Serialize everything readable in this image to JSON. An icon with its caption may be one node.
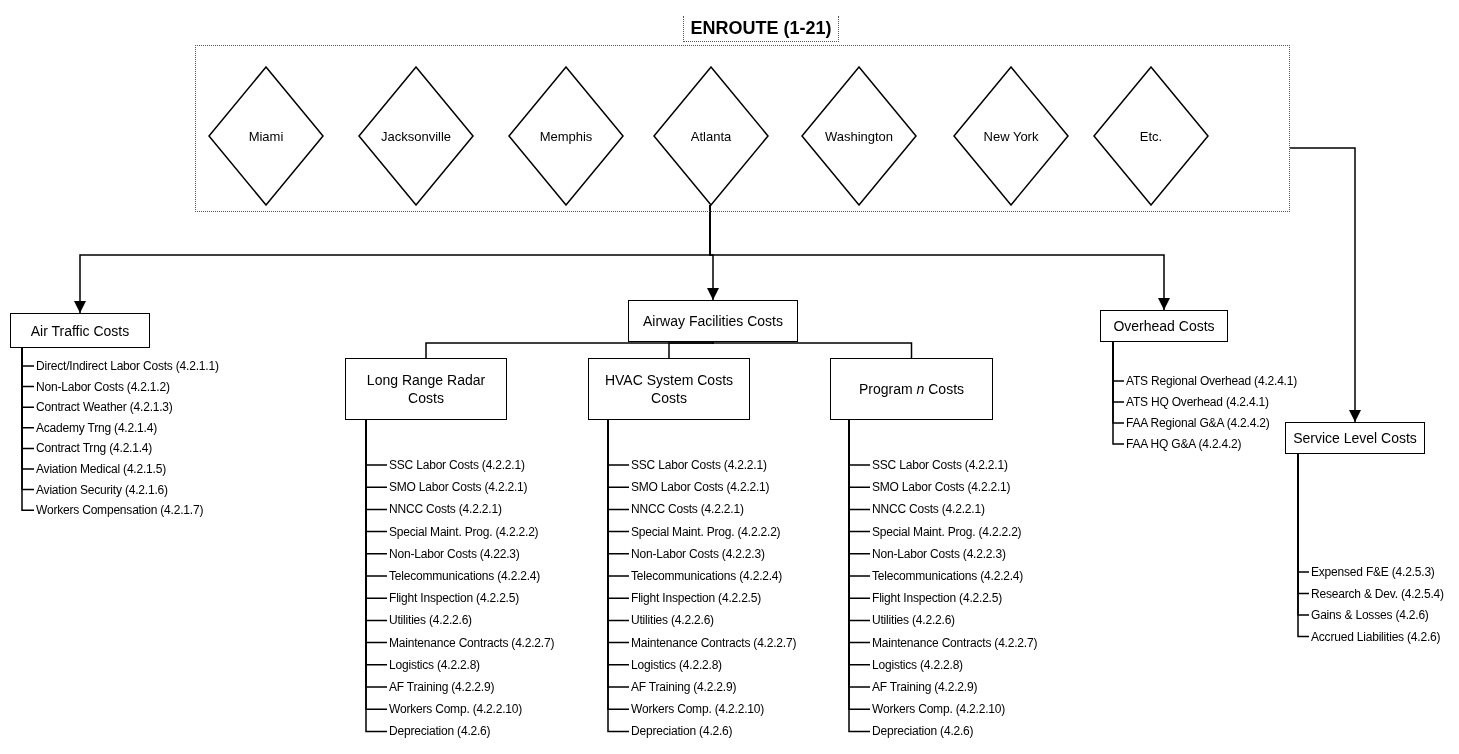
{
  "diagram": {
    "nodes": [
      {
        "text": [
          "ENROUTE (1-21)"
        ]
      },
      {
        "text": [
          "Miami"
        ],
        "in": 0
      },
      {
        "text": [
          "Jacksonville"
        ],
        "in": 0
      },
      {
        "text": [
          "Memphis"
        ],
        "in": 0
      },
      {
        "text": [
          "Atlanta"
        ],
        "in": 0
      },
      {
        "text": [
          "Washington"
        ],
        "in": 0
      },
      {
        "text": [
          "New York"
        ],
        "in": 0
      },
      {
        "text": [
          "Etc."
        ],
        "in": 0
      },
      {
        "text": [
          "Air Traffic Costs"
        ]
      },
      {
        "text": [
          "Airway Facilities Costs"
        ]
      },
      {
        "text": [
          "Overhead Costs"
        ]
      },
      {
        "text": [
          "Long Range Radar Costs"
        ]
      },
      {
        "text": [
          "HVAC System Costs Costs"
        ]
      },
      {
        "text": [
          "Program *n* Costs"
        ]
      },
      {
        "text": [
          "Service Level Costs"
        ]
      },
      {
        "text": [
          "Direct/Indirect Labor Costs (4.2.1.1)"
        ]
      },
      {
        "text": [
          "Non-Labor Costs (4.2.1.2)"
        ]
      },
      {
        "text": [
          "Contract Weather (4.2.1.3)"
        ]
      },
      {
        "text": [
          "Academy Trng (4.2.1.4)"
        ]
      },
      {
        "text": [
          "Contract Trng (4.2.1.4)"
        ]
      },
      {
        "text": [
          "Aviation Medical (4.2.1.5)"
        ]
      },
      {
        "text": [
          "Aviation Security (4.2.1.6)"
        ]
      },
      {
        "text": [
          "Workers Compensation (4.2.1.7)"
        ]
      },
      {
        "text": [
          "SSC Labor Costs (4.2.2.1)"
        ]
      },
      {
        "text": [
          "SMO Labor Costs (4.2.2.1)"
        ]
      },
      {
        "text": [
          "NNCC Costs (4.2.2.1)"
        ]
      },
      {
        "text": [
          "Special Maint. Prog. (4.2.2.2)"
        ]
      },
      {
        "text": [
          "Non-Labor Costs (4.22.3)"
        ]
      },
      {
        "text": [
          "Telecommunications (4.2.2.4)"
        ]
      },
      {
        "text": [
          "Flight Inspection (4.2.2.5)"
        ]
      },
      {
        "text": [
          "Utilities (4.2.2.6)"
        ]
      },
      {
        "text": [
          "Maintenance Contracts (4.2.2.7)"
        ]
      },
      {
        "text": [
          "Logistics (4.2.2.8)"
        ]
      },
      {
        "text": [
          "AF Training (4.2.2.9)"
        ]
      },
      {
        "text": [
          "Workers Comp. (4.2.2.10)"
        ]
      },
      {
        "text": [
          "Depreciation (4.2.6)"
        ]
      },
      {
        "text": [
          "SSC Labor Costs (4.2.2.1)"
        ]
      },
      {
        "text": [
          "SMO Labor Costs (4.2.2.1)"
        ]
      },
      {
        "text": [
          "NNCC Costs (4.2.2.1)"
        ]
      },
      {
        "text": [
          "Special Maint. Prog. (4.2.2.2)"
        ]
      },
      {
        "text": [
          "Non-Labor Costs (4.2.2.3)"
        ]
      },
      {
        "text": [
          "Telecommunications (4.2.2.4)"
        ]
      },
      {
        "text": [
          "Flight Inspection (4.2.2.5)"
        ]
      },
      {
        "text": [
          "Utilities (4.2.2.6)"
        ]
      },
      {
        "text": [
          "Maintenance Contracts (4.2.2.7)"
        ]
      },
      {
        "text": [
          "Logistics (4.2.2.8)"
        ]
      },
      {
        "text": [
          "AF Training (4.2.2.9)"
        ]
      },
      {
        "text": [
          "Workers Comp. (4.2.2.10)"
        ]
      },
      {
        "text": [
          "Depreciation (4.2.6)"
        ]
      },
      {
        "text": [
          "SSC Labor Costs (4.2.2.1)"
        ]
      },
      {
        "text": [
          "SMO Labor Costs (4.2.2.1)"
        ]
      },
      {
        "text": [
          "NNCC Costs (4.2.2.1)"
        ]
      },
      {
        "text": [
          "Special Maint. Prog. (4.2.2.2)"
        ]
      },
      {
        "text": [
          "Non-Labor Costs (4.2.2.3)"
        ]
      },
      {
        "text": [
          "Telecommunications (4.2.2.4)"
        ]
      },
      {
        "text": [
          "Flight Inspection (4.2.2.5)"
        ]
      },
      {
        "text": [
          "Utilities (4.2.2.6)"
        ]
      },
      {
        "text": [
          "Maintenance Contracts (4.2.2.7)"
        ]
      },
      {
        "text": [
          "Logistics (4.2.2.8)"
        ]
      },
      {
        "text": [
          "AF Training (4.2.2.9)"
        ]
      },
      {
        "text": [
          "Workers Comp. (4.2.2.10)"
        ]
      },
      {
        "text": [
          "Depreciation (4.2.6)"
        ]
      },
      {
        "text": [
          "ATS Regional Overhead (4.2.4.1)"
        ]
      },
      {
        "text": [
          "ATS HQ Overhead (4.2.4.1)"
        ]
      },
      {
        "text": [
          "FAA Regional G&A (4.2.4.2)"
        ]
      },
      {
        "text": [
          "FAA HQ G&A (4.2.4.2)"
        ]
      },
      {
        "text": [
          "Expensed F&E (4.2.5.3)"
        ]
      },
      {
        "text": [
          "Research & Dev. (4.2.5.4)"
        ]
      },
      {
        "text": [
          "Gains & Losses (4.2.6)"
        ]
      },
      {
        "text": [
          "Accrued Liabilities (4.2.6)"
        ]
      }
    ],
    "edges": [
      {
        "from": 4,
        "to": 8,
        "arrow": "to"
      },
      {
        "from": 4,
        "to": 9,
        "arrow": "to"
      },
      {
        "from": 4,
        "to": 10,
        "arrow": "to"
      },
      {
        "from": 0,
        "to": 14,
        "arrow": "to"
      },
      {
        "from": 9,
        "to": 11,
        "arrow": "none"
      },
      {
        "from": 9,
        "to": 12,
        "arrow": "none"
      },
      {
        "from": 9,
        "to": 13,
        "arrow": "none"
      },
      {
        "from": 8,
        "to": 15,
        "arrow": "none"
      },
      {
        "from": 8,
        "to": 16,
        "arrow": "none"
      },
      {
        "from": 8,
        "to": 17,
        "arrow": "none"
      },
      {
        "from": 8,
        "to": 18,
        "arrow": "none"
      },
      {
        "from": 8,
        "to": 19,
        "arrow": "none"
      },
      {
        "from": 8,
        "to": 20,
        "arrow": "none"
      },
      {
        "from": 8,
        "to": 21,
        "arrow": "none"
      },
      {
        "from": 8,
        "to": 22,
        "arrow": "none"
      },
      {
        "from": 11,
        "to": 23,
        "arrow": "none"
      },
      {
        "from": 11,
        "to": 24,
        "arrow": "none"
      },
      {
        "from": 11,
        "to": 25,
        "arrow": "none"
      },
      {
        "from": 11,
        "to": 26,
        "arrow": "none"
      },
      {
        "from": 11,
        "to": 27,
        "arrow": "none"
      },
      {
        "from": 11,
        "to": 28,
        "arrow": "none"
      },
      {
        "from": 11,
        "to": 29,
        "arrow": "none"
      },
      {
        "from": 11,
        "to": 30,
        "arrow": "none"
      },
      {
        "from": 11,
        "to": 31,
        "arrow": "none"
      },
      {
        "from": 11,
        "to": 32,
        "arrow": "none"
      },
      {
        "from": 11,
        "to": 33,
        "arrow": "none"
      },
      {
        "from": 11,
        "to": 34,
        "arrow": "none"
      },
      {
        "from": 11,
        "to": 35,
        "arrow": "none"
      },
      {
        "from": 12,
        "to": 36,
        "arrow": "none"
      },
      {
        "from": 12,
        "to": 37,
        "arrow": "none"
      },
      {
        "from": 12,
        "to": 38,
        "arrow": "none"
      },
      {
        "from": 12,
        "to": 39,
        "arrow": "none"
      },
      {
        "from": 12,
        "to": 40,
        "arrow": "none"
      },
      {
        "from": 12,
        "to": 41,
        "arrow": "none"
      },
      {
        "from": 12,
        "to": 42,
        "arrow": "none"
      },
      {
        "from": 12,
        "to": 43,
        "arrow": "none"
      },
      {
        "from": 12,
        "to": 44,
        "arrow": "none"
      },
      {
        "from": 12,
        "to": 45,
        "arrow": "none"
      },
      {
        "from": 12,
        "to": 46,
        "arrow": "none"
      },
      {
        "from": 12,
        "to": 47,
        "arrow": "none"
      },
      {
        "from": 12,
        "to": 48,
        "arrow": "none"
      },
      {
        "from": 13,
        "to": 49,
        "arrow": "none"
      },
      {
        "from": 13,
        "to": 50,
        "arrow": "none"
      },
      {
        "from": 13,
        "to": 51,
        "arrow": "none"
      },
      {
        "from": 13,
        "to": 52,
        "arrow": "none"
      },
      {
        "from": 13,
        "to": 53,
        "arrow": "none"
      },
      {
        "from": 13,
        "to": 54,
        "arrow": "none"
      },
      {
        "from": 13,
        "to": 55,
        "arrow": "none"
      },
      {
        "from": 13,
        "to": 56,
        "arrow": "none"
      },
      {
        "from": 13,
        "to": 57,
        "arrow": "none"
      },
      {
        "from": 13,
        "to": 58,
        "arrow": "none"
      },
      {
        "from": 13,
        "to": 59,
        "arrow": "none"
      },
      {
        "from": 13,
        "to": 60,
        "arrow": "none"
      },
      {
        "from": 13,
        "to": 61,
        "arrow": "none"
      },
      {
        "from": 10,
        "to": 62,
        "arrow": "none"
      },
      {
        "from": 10,
        "to": 63,
        "arrow": "none"
      },
      {
        "from": 10,
        "to": 64,
        "arrow": "none"
      },
      {
        "from": 10,
        "to": 65,
        "arrow": "none"
      },
      {
        "from": 14,
        "to": 66,
        "arrow": "none"
      },
      {
        "from": 14,
        "to": 67,
        "arrow": "none"
      },
      {
        "from": 14,
        "to": 68,
        "arrow": "none"
      },
      {
        "from": 14,
        "to": 69,
        "arrow": "none"
      }
    ]
  }
}
